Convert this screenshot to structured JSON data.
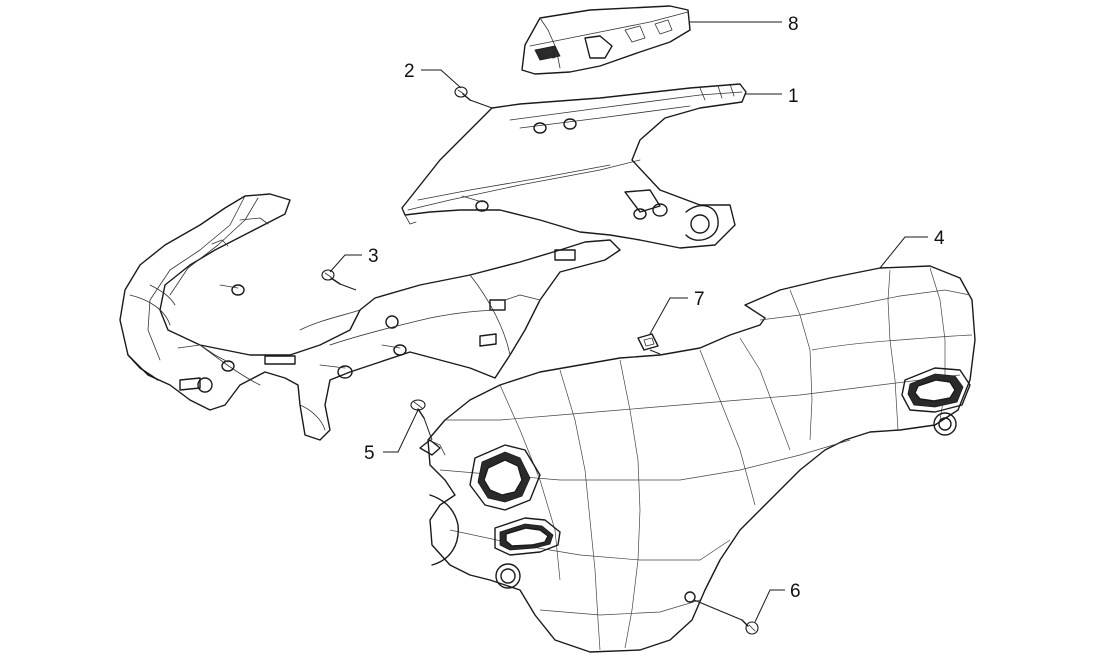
{
  "diagram": {
    "callouts": [
      {
        "id": "1",
        "label": "1"
      },
      {
        "id": "2",
        "label": "2"
      },
      {
        "id": "3",
        "label": "3"
      },
      {
        "id": "4",
        "label": "4"
      },
      {
        "id": "5",
        "label": "5"
      },
      {
        "id": "6",
        "label": "6"
      },
      {
        "id": "7",
        "label": "7"
      },
      {
        "id": "8",
        "label": "8"
      }
    ]
  },
  "colors": {
    "line": "#1a1a1a",
    "background": "#ffffff"
  }
}
